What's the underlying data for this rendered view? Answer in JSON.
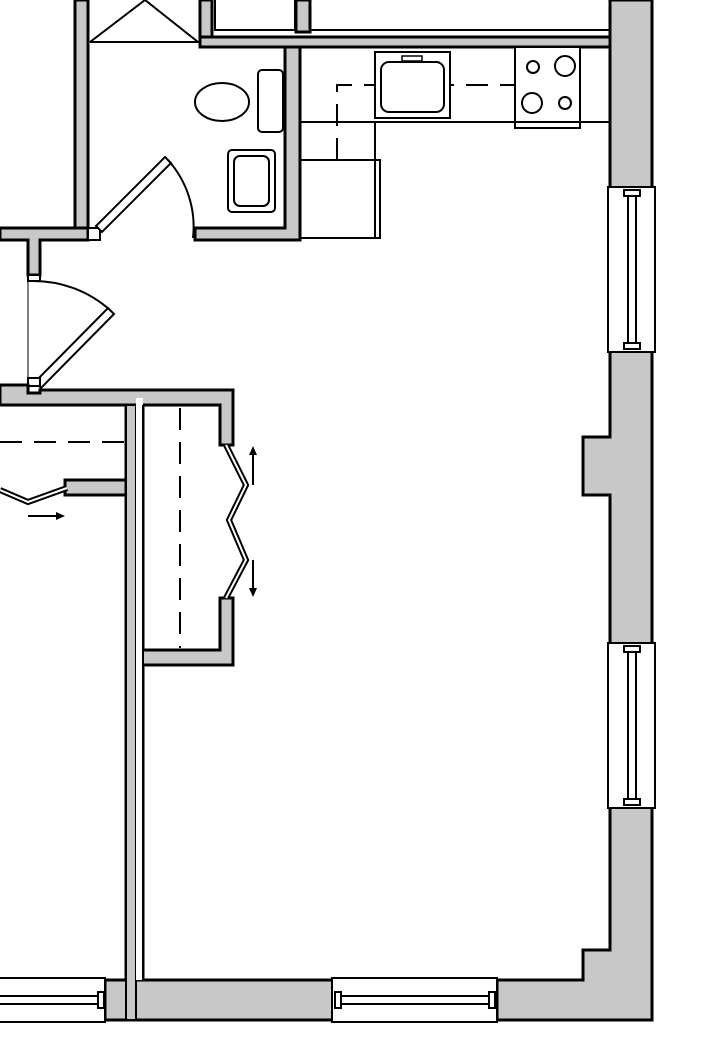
{
  "plan": {
    "colors": {
      "wall_fill": "#c8c8c8",
      "line": "#000000",
      "background": "#ffffff"
    },
    "rooms": [
      "living-area",
      "kitchen",
      "bathroom",
      "closet",
      "entry"
    ]
  }
}
